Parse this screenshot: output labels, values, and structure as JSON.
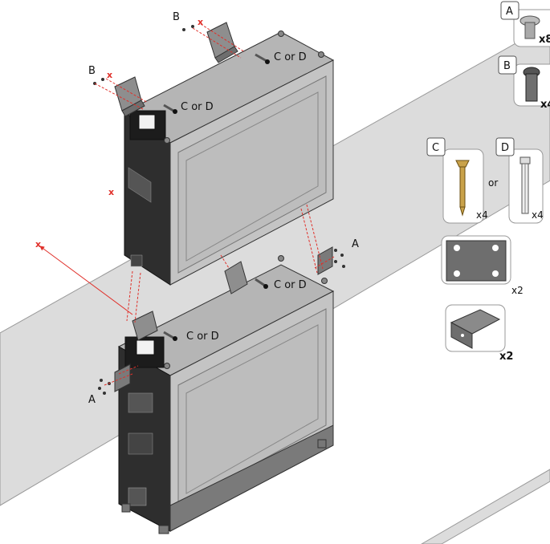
{
  "callouts": {
    "b_top": "B",
    "b_left": "B",
    "a_right": "A",
    "a_left": "A",
    "c_or_d_1": "C or D",
    "c_or_d_2": "C or D",
    "c_or_d_3": "C or D",
    "c_or_d_4": "C or D"
  },
  "parts": {
    "a": {
      "letter": "A",
      "qty": "x8"
    },
    "b": {
      "letter": "B",
      "qty": "x4"
    },
    "c": {
      "letter": "C",
      "qty": "x4"
    },
    "d": {
      "letter": "D",
      "qty": "x4"
    },
    "or_text": "or",
    "plate_qty": "x2",
    "bracket_qty": "x2"
  },
  "colors": {
    "floor": "#dcdcdc",
    "unit_side": "#8a8a8a",
    "unit_top": "#b5b5b5",
    "unit_front": "#c4c4c4",
    "panel_dark": "#2e2e2e",
    "arrow": "#e0302a"
  },
  "icons": {
    "screw_a": "flat-head-screw-icon",
    "screw_b": "socket-bolt-icon",
    "screw_c": "wood-screw-icon",
    "screw_d": "wall-anchor-icon",
    "plate": "mounting-plate-icon",
    "bracket": "angle-bracket-icon"
  }
}
